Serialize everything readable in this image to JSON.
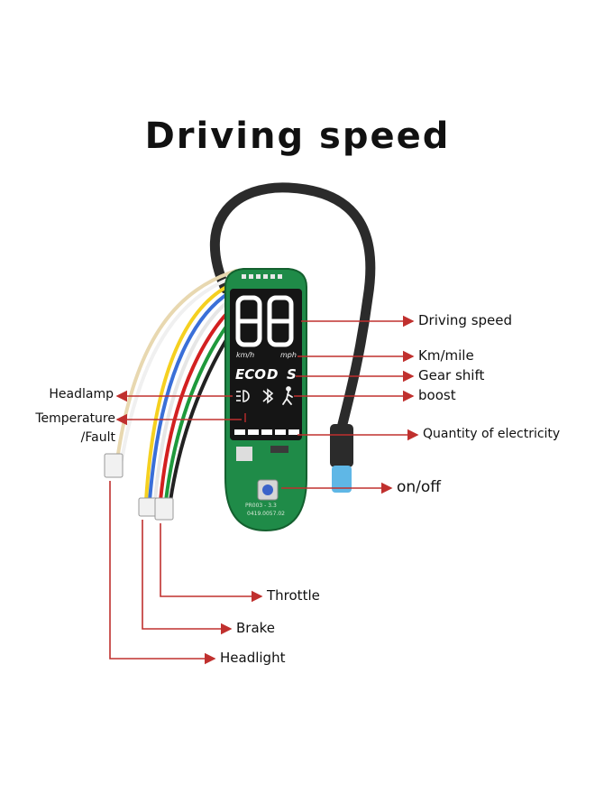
{
  "title": "Driving speed",
  "display": {
    "digits": "88",
    "unit_left": "km/h",
    "unit_right": "mph",
    "modes": [
      "ECO",
      "D",
      "S"
    ],
    "battery_segments": 5,
    "pcb_text_1": "PR003 - 3.3",
    "pcb_text_2": "0419.0057.02"
  },
  "labels": {
    "driving_speed": "Driving speed",
    "km_mile": "Km/mile",
    "gear_shift": "Gear shift",
    "boost": "boost",
    "headlamp": "Headlamp",
    "temperature_line1": "Temperature",
    "temperature_line2": "/Fault",
    "quantity_of_electricity": "Quantity of electricity",
    "on_off": "on/off",
    "throttle": "Throttle",
    "brake": "Brake",
    "headlight": "Headlight"
  },
  "colors": {
    "pointer_line": "#c0302e",
    "pcb_green": "#1f8b48",
    "display_black": "#151515",
    "segment": "#ffffff",
    "connector_blue": "#5fb7e6",
    "cable_black": "#2b2b2b"
  }
}
